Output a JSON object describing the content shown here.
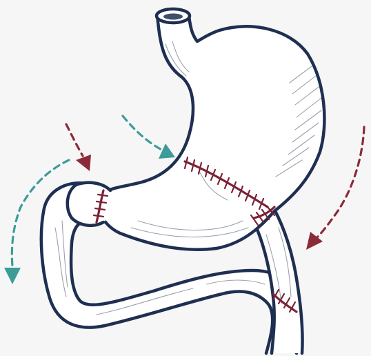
{
  "colors": {
    "background": "#f6f6f6",
    "organ_fill": "#ffffff",
    "outline": "#1e2f52",
    "hatch": "#9aa1ad",
    "suture": "#7a2336",
    "teal_arrow": "#3d9b98",
    "red_arrow": "#8b2a38"
  },
  "figure": {
    "subject": "stomach-with-intestinal-anastomoses",
    "arrows": [
      {
        "name": "teal-arrow-upper",
        "color": "teal"
      },
      {
        "name": "red-arrow-upper-left",
        "color": "red"
      },
      {
        "name": "teal-arrow-left",
        "color": "teal"
      },
      {
        "name": "red-arrow-right",
        "color": "red"
      }
    ],
    "suture_lines": [
      "gastric-transection",
      "left-anastomosis",
      "pyloric-anastomosis",
      "lower-anastomosis"
    ]
  }
}
